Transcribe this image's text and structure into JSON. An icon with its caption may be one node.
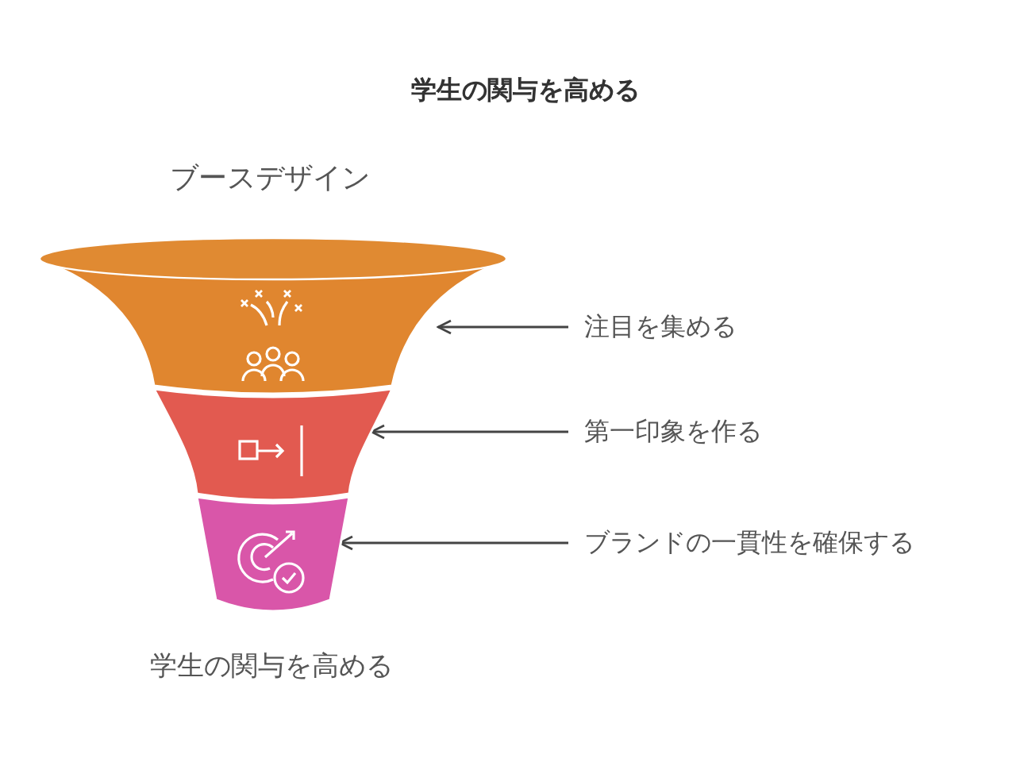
{
  "diagram": {
    "title": "学生の関与を高める",
    "nodes": [
      {
        "text": [],
        "shape": "band"
      },
      {
        "text": [],
        "shape": "band"
      },
      {
        "text": [],
        "shape": "band"
      },
      {
        "text": [
          "注目を集める"
        ]
      },
      {
        "text": [
          "第一印象を作る"
        ]
      },
      {
        "text": [
          "ブランドの一貫性を確保する"
        ]
      }
    ],
    "edges": [
      {
        "from": 3,
        "to": 0,
        "arrow": "to"
      },
      {
        "from": 4,
        "to": 1,
        "arrow": "to"
      },
      {
        "from": 5,
        "to": 2,
        "arrow": "to"
      }
    ],
    "labels": [
      "ブースデザイン",
      "学生の関与を高める"
    ]
  }
}
